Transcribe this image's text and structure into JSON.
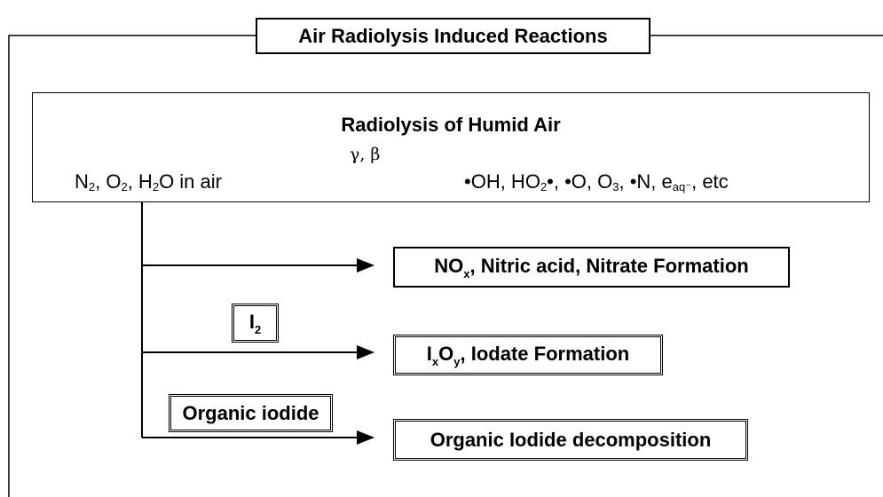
{
  "frame": {
    "title": "Air Radiolysis Induced Reactions"
  },
  "radiolysis": {
    "title": "Radiolysis of Humid Air",
    "reactants": [
      "N",
      "2",
      ", O",
      "2",
      ", H",
      "2",
      "O in air"
    ],
    "radiation": "γ, β",
    "products": [
      "•OH, HO",
      "2",
      "•, •O, O",
      "3",
      ", •N, e",
      "aq⁻",
      ", etc"
    ]
  },
  "reactions": {
    "nox": {
      "base": "NO",
      "sub": "x",
      "rest": ", Nitric acid, Nitrate Formation"
    },
    "iodine": {
      "label_base": "I",
      "label_sub": "2",
      "product_a": "I",
      "product_a_sub": "x",
      "product_b": "O",
      "product_b_sub": "y",
      "product_rest": ", Iodate Formation"
    },
    "organic": {
      "label": "Organic iodide",
      "product": "Organic Iodide decomposition"
    }
  }
}
